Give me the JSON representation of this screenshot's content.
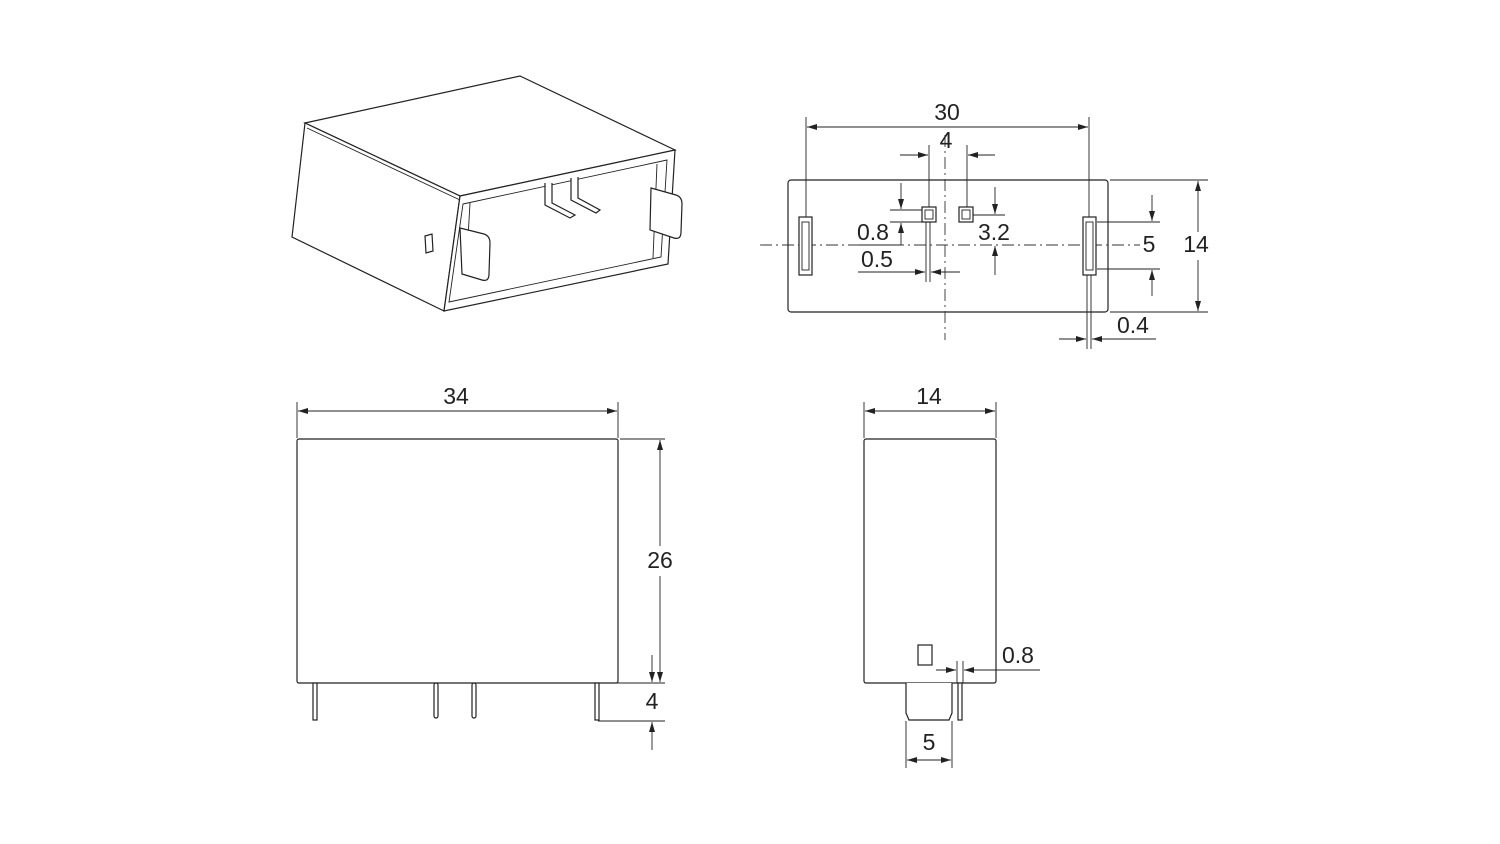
{
  "drawing": {
    "views": [
      "isometric-view",
      "bottom-view",
      "front-view",
      "side-view"
    ],
    "line_color": "#222222",
    "background": "#ffffff"
  },
  "dimensions": {
    "bottom_view": {
      "pin_span": "30",
      "center_pin_spacing": "4",
      "pin_width": "0.8",
      "pin_offset": "0.5",
      "pin_vertical_offset": "3.2",
      "slot_length": "5",
      "body_depth": "14",
      "blade_thickness": "0.4"
    },
    "front_view": {
      "body_length": "34",
      "body_height": "26",
      "pin_length": "4"
    },
    "side_view": {
      "body_width": "14",
      "pin_thickness": "0.8",
      "pin_block_width": "5"
    }
  }
}
